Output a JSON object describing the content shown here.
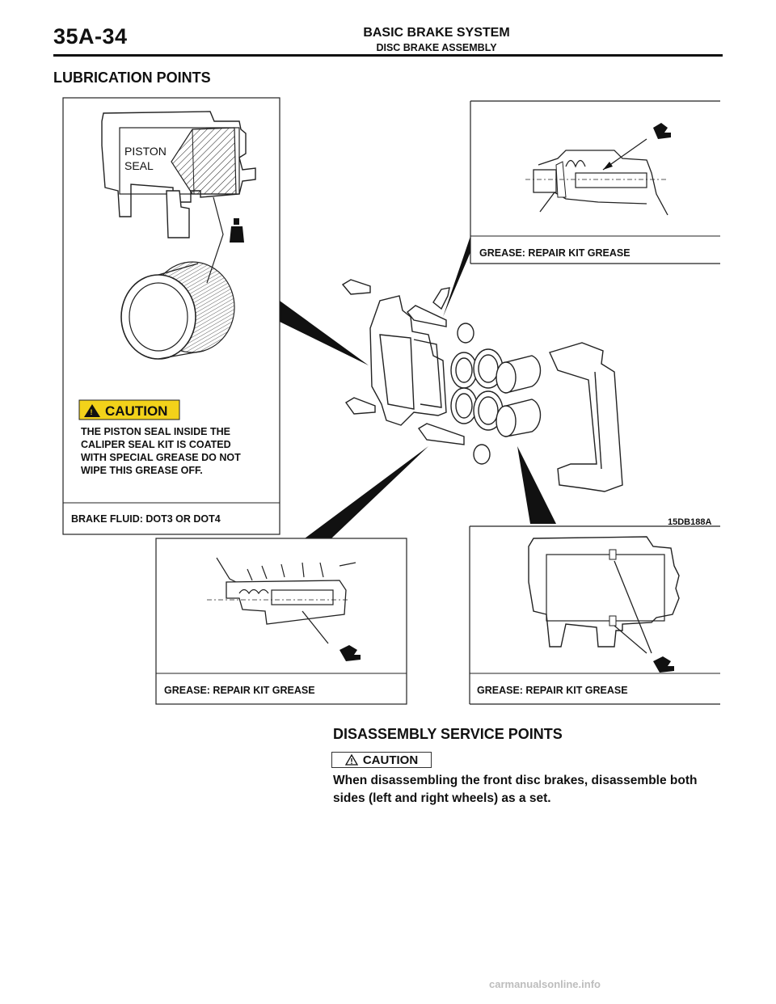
{
  "header": {
    "page_number": "35A-34",
    "title": "BASIC BRAKE SYSTEM",
    "subtitle": "DISC BRAKE ASSEMBLY"
  },
  "lubrication": {
    "title": "LUBRICATION POINTS",
    "figure_id": "15DB188A",
    "piston_seal_label": [
      "PISTON",
      "SEAL"
    ],
    "caution_label": "CAUTION",
    "caution_lines": [
      "THE PISTON SEAL INSIDE THE",
      "CALIPER SEAL KIT IS COATED",
      "WITH SPECIAL GREASE DO NOT",
      "WIPE THIS GREASE OFF."
    ],
    "brake_fluid_label": "BRAKE FLUID: DOT3 OR DOT4",
    "grease_top_right": "GREASE: REPAIR KIT GREASE",
    "grease_bottom_left": "GREASE: REPAIR KIT GREASE",
    "grease_bottom_right": "GREASE: REPAIR KIT GREASE",
    "colors": {
      "caution_yellow": "#f2d21a",
      "line": "#111111"
    }
  },
  "disassembly": {
    "title": "DISASSEMBLY SERVICE POINTS",
    "caution_label": "CAUTION",
    "caution_text": "When disassembling the front disc brakes, disassemble both sides (left and right wheels) as a set."
  },
  "watermark": "carmanualsonline.info"
}
